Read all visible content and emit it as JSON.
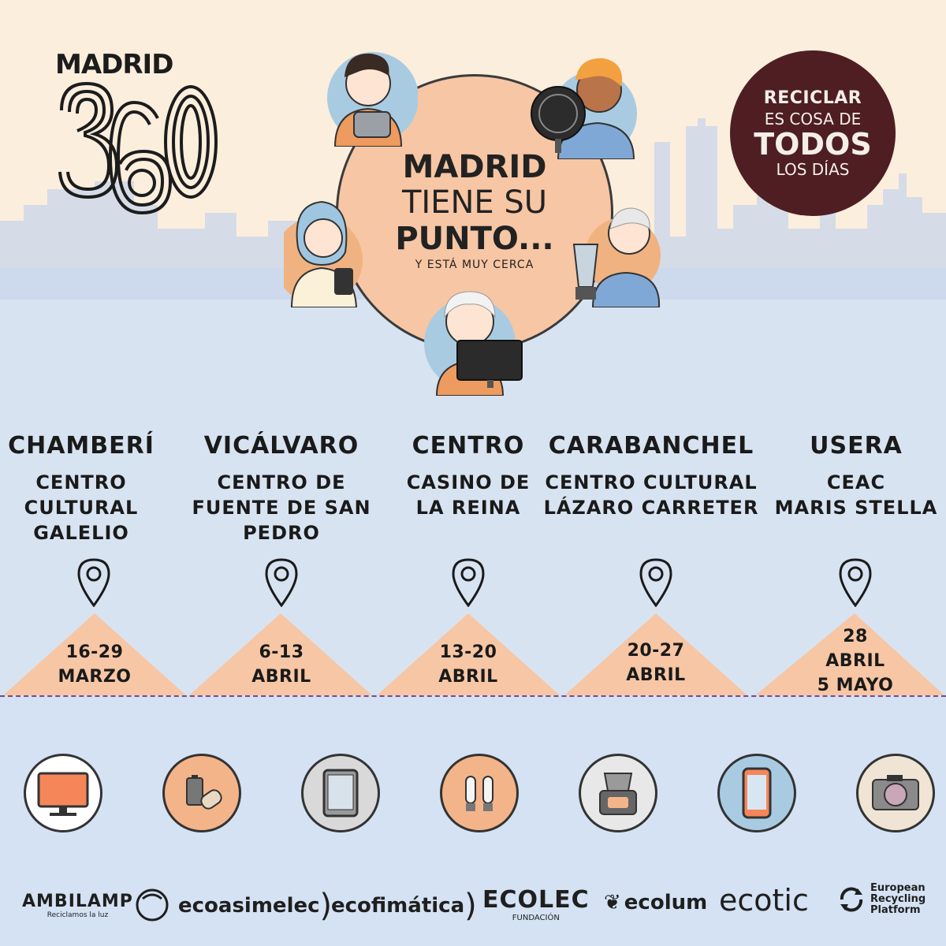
{
  "logo": {
    "title": "MADRID",
    "number": "360"
  },
  "badge": {
    "line1": "RECICLAR",
    "line2": "ES COSA DE",
    "line3": "TODOS",
    "line4": "LOS DÍAS"
  },
  "headline": {
    "line1": "MADRID",
    "line2": "TIENE SU",
    "line3": "PUNTO...",
    "tagline": "Y ESTÁ MUY CERCA"
  },
  "districts": [
    {
      "name": "CHAMBERÍ",
      "venue": [
        "CENTRO",
        "CULTURAL",
        "GALELIO"
      ],
      "date": [
        "16-29",
        "MARZO"
      ]
    },
    {
      "name": "VICÁLVARO",
      "venue": [
        "CENTRO DE",
        "FUENTE DE SAN",
        "PEDRO"
      ],
      "date": [
        "6-13",
        "ABRIL"
      ]
    },
    {
      "name": "CENTRO",
      "venue": [
        "CASINO DE",
        "LA REINA"
      ],
      "date": [
        "13-20",
        "ABRIL"
      ]
    },
    {
      "name": "CARABANCHEL",
      "venue": [
        "CENTRO CULTURAL",
        "LÁZARO CARRETER"
      ],
      "date": [
        "20-27",
        "ABRIL"
      ]
    },
    {
      "name": "USERA",
      "venue": [
        "CEAC",
        "MARIS STELLA"
      ],
      "date": [
        "28",
        "ABRIL",
        "5 MAYO"
      ]
    }
  ],
  "icons": [
    "monitor-icon",
    "battery-icon",
    "tablet-icon",
    "lightbulb-icon",
    "kitchen-robot-icon",
    "smartphone-icon",
    "camera-icon"
  ],
  "sponsors": {
    "ambilamp": "AMBILAMP",
    "ambilamp_sub": "Reciclamos la luz",
    "ecoasimelec": "ecoasimelec",
    "ecofimatica": "ecofimática",
    "ecolec": "ECOLEC",
    "ecolec_sub": "FUNDACIÓN",
    "ecolum": "ecolum",
    "ecotic": "ecotic",
    "erp1": "European",
    "erp2": "Recycling",
    "erp3": "Platform"
  },
  "colors": {
    "peach": "#f7c6a4",
    "sky": "#d8e3f1",
    "cream": "#fbeedd",
    "badge": "#4e1e22",
    "dashed_line": "#7a4a8a"
  }
}
